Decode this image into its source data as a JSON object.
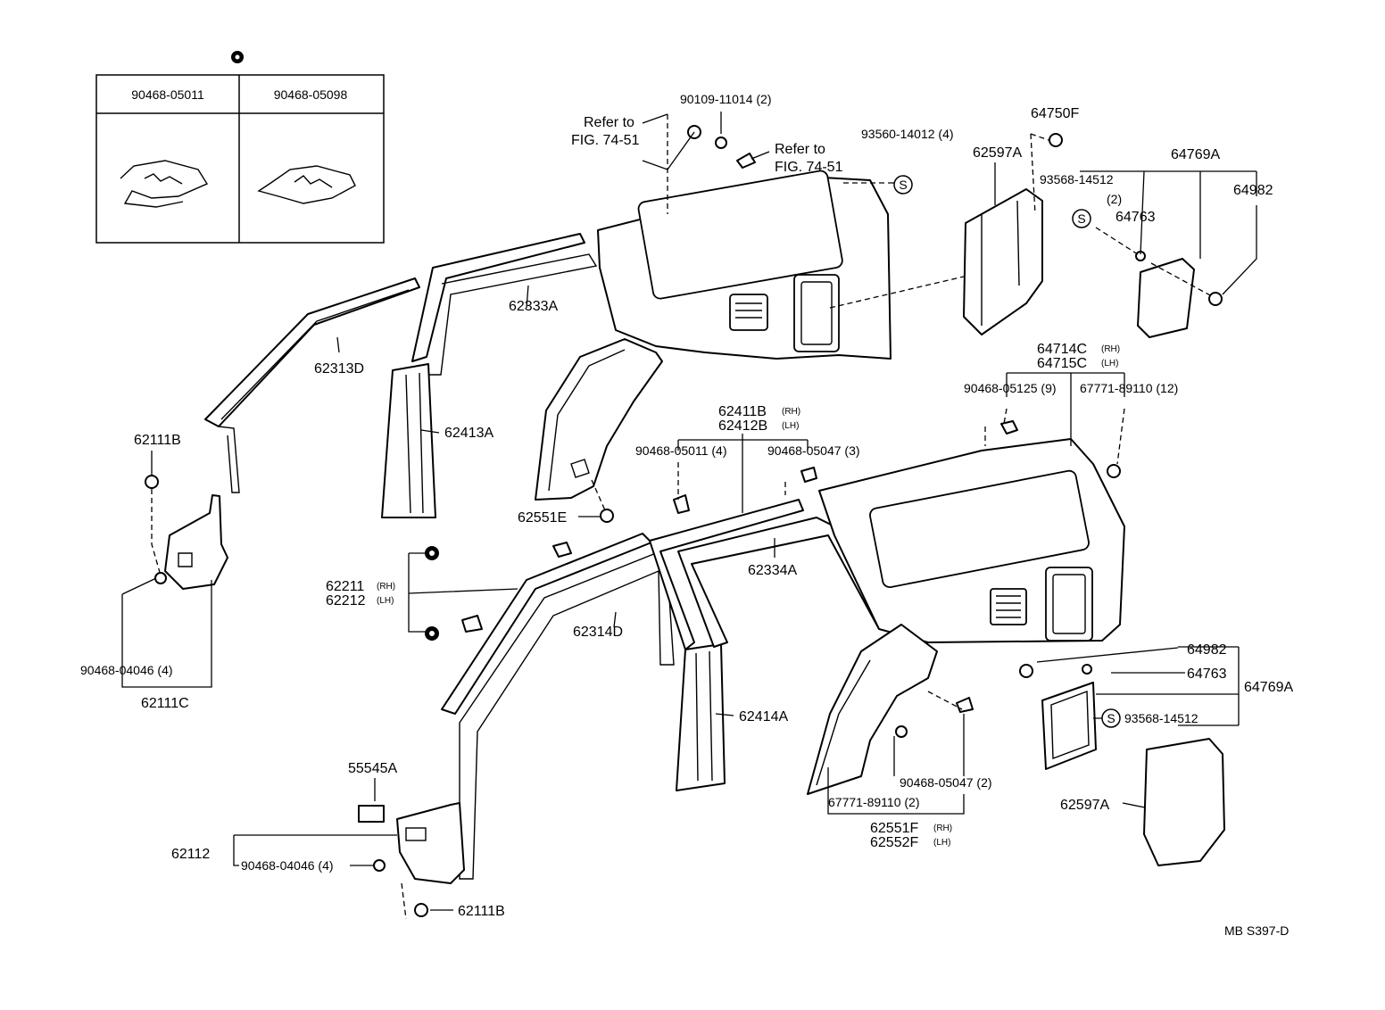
{
  "inset": {
    "symbol": "circle-mark-icon",
    "columns": [
      "90468-05011",
      "90468-05098"
    ]
  },
  "labels": {
    "p90109": "90109-11014 (2)",
    "refer1a": "Refer to",
    "refer1b": "FIG. 74-51",
    "refer2a": "Refer to",
    "refer2b": "FIG. 74-51",
    "p93560": "93560-14012 (4)",
    "p64750F": "64750F",
    "p62597A_top": "62597A",
    "p64769A_top": "64769A",
    "p93568_top": "93568-14512",
    "p93568_top_qty": "(2)",
    "p64982_top": "64982",
    "p64763_top": "64763",
    "p62333A": "62333A",
    "p62313D": "62313D",
    "p62413A": "62413A",
    "p62111B_top": "62111B",
    "p62551E": "62551E",
    "p64714C": "64714C",
    "p64714C_side": "(RH)",
    "p64715C": "64715C",
    "p64715C_side": "(LH)",
    "p90468_05125": "90468-05125 (9)",
    "p67771_12": "67771-89110 (12)",
    "p62411B": "62411B",
    "p62411B_side": "(RH)",
    "p62412B": "62412B",
    "p62412B_side": "(LH)",
    "p90468_05011_4": "90468-05011 (4)",
    "p90468_05047_3": "90468-05047 (3)",
    "p62334A": "62334A",
    "p62211": "62211",
    "p62211_side": "(RH)",
    "p62212": "62212",
    "p62212_side": "(LH)",
    "p62314D": "62314D",
    "p90468_04046_left": "90468-04046 (4)",
    "p62111C": "62111C",
    "p62414A": "62414A",
    "p64982_bot": "64982",
    "p64763_bot": "64763",
    "p64769A_bot": "64769A",
    "p93568_bot": "93568-14512",
    "p55545A": "55545A",
    "p62112": "62112",
    "p90468_04046_bot": "90468-04046 (4)",
    "p62111B_bot": "62111B",
    "p67771_2": "67771-89110 (2)",
    "p90468_05047_2": "90468-05047 (2)",
    "p62551F": "62551F",
    "p62551F_side": "(RH)",
    "p62552F": "62552F",
    "p62552F_side": "(LH)",
    "p62597A_bot": "62597A",
    "code": "MB  S397-D"
  },
  "symbols": {
    "s_mark": "S"
  }
}
